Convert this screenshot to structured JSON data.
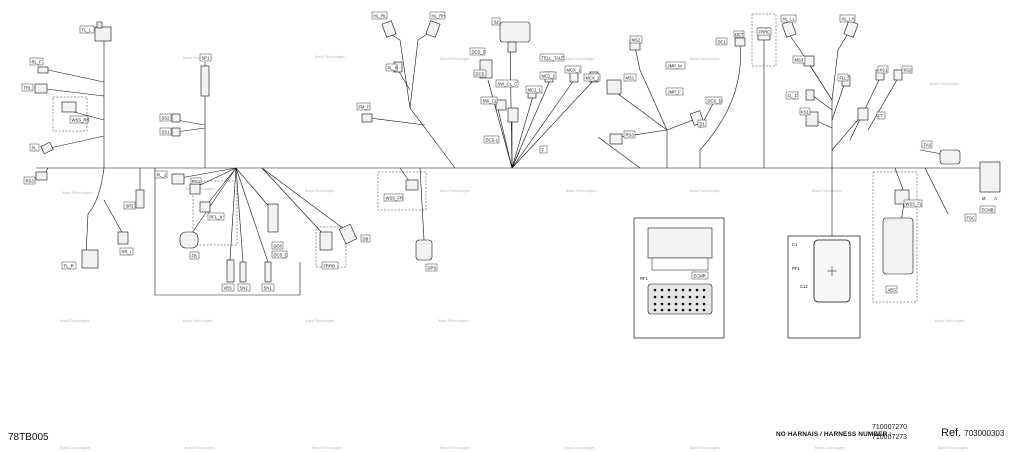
{
  "watermark": "Brand Technologies",
  "footer": {
    "doc_code": "78TB005",
    "harness_label": "NO HARNAIS / HARNESS NUMBER :",
    "harness_numbers": [
      "710007270",
      "710007273"
    ],
    "ref_prefix": "Ref.",
    "ref_number": "703000303"
  },
  "labels": {
    "tl_l": "TL_L",
    "hl_rl": "HL_RL",
    "hl_rh": "HL_RH",
    "s2": "S2",
    "sp1": "SP1",
    "rl_f": "RL_F",
    "trl": "TRL",
    "wss_rr": "WSS_RR",
    "pl": "PL",
    "pl_r": "PL_R",
    "fm_f": "FM_F",
    "dcs_c": "DCS_C",
    "dcs": "DCS",
    "tell_tale": "TELL_TALE",
    "sw_cl_c": "SW_CL_C",
    "mc2_2": "MC2_2",
    "mc2_1": "MC2_1",
    "mcx_1": "MCX_1",
    "mcx_2": "MCX_2",
    "sw_cl": "SW_CL",
    "dcs_1": "DCS-1",
    "f": "F",
    "ms2": "MS2",
    "ms1": "MS1",
    "jmp_m": "JMP_M",
    "jmp_f": "JMP_F",
    "dc1": "DC1",
    "dct": "DCT",
    "dcs_d": "DCS_D",
    "d1": "D1",
    "rs3": "RS3",
    "frrc": "FRRC",
    "hl_ll": "HL_LL",
    "hl_lh": "HL_LH",
    "ms3": "MS3",
    "fl_r": "FL_R",
    "fll": "FLL",
    "ks1": "KS1",
    "ks2": "KS2",
    "ft": "FT",
    "fl_f": "FL_F",
    "tas": "TAS",
    "ss2": "SS2",
    "ss1": "SS1",
    "rs1": "RS1",
    "pl_2": "PL_2",
    "sp2": "SP2",
    "rr_i": "RR_I",
    "tl_r": "TL_R",
    "pfl_x": "PFL_X",
    "fb": "FB",
    "vbs": "VBS",
    "sn2": "SN2",
    "sn1": "SN1",
    "dc8": "DC8",
    "dcs_c2": "DCS_C",
    "frrb": "FRRB",
    "db": "DB",
    "wss_fr": "WSS_FR",
    "dps": "DPS",
    "rfl": "RFL",
    "ecmr": "ECMR",
    "c1": "C1",
    "pf1": "PF1",
    "c12": "C12",
    "ecmb": "ECMB",
    "m": "M",
    "a": "A",
    "wss_fl": "WSS_FL",
    "abs": "ABS",
    "fsc": "FSC"
  },
  "colors": {
    "line": "#111111",
    "connector_fill": "#f2f2f2",
    "watermark": "#b9b9b9"
  }
}
